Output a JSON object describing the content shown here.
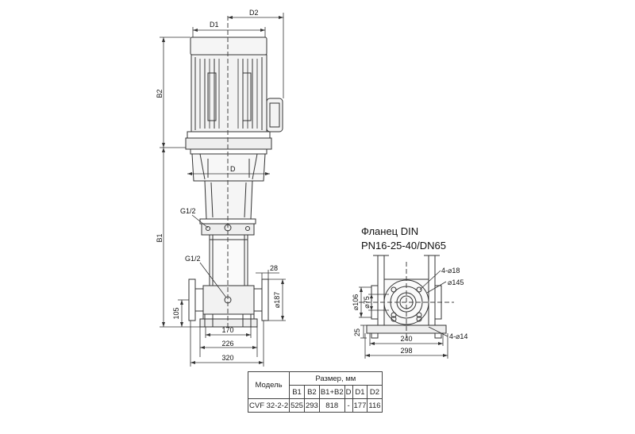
{
  "pump": {
    "labels": {
      "d1": "D1",
      "d2": "D2",
      "b2": "B2",
      "d": "D",
      "b1": "B1",
      "g_top": "G1/2",
      "g_bottom": "G1/2",
      "dim_28": "28",
      "dim_187": "⌀187",
      "dim_105": "105",
      "dim_170": "170",
      "dim_226": "226",
      "dim_320": "320"
    }
  },
  "flange": {
    "title_line1": "Фланец DIN",
    "title_line2": "PN16-25-40/DN65",
    "labels": {
      "holes_top": "4-⌀18",
      "d145": "⌀145",
      "d106": "⌀106",
      "d75": "⌀75",
      "h25": "25",
      "w240": "240",
      "w298": "298",
      "holes_base": "4-⌀14"
    }
  },
  "table": {
    "model_header": "Модель",
    "size_header": "Размер, мм",
    "columns": [
      "B1",
      "B2",
      "B1+B2",
      "D",
      "D1",
      "D2"
    ],
    "rows": [
      {
        "model": "CVF 32-2-2",
        "values": [
          "525",
          "293",
          "818",
          "-",
          "177",
          "116"
        ]
      }
    ]
  }
}
